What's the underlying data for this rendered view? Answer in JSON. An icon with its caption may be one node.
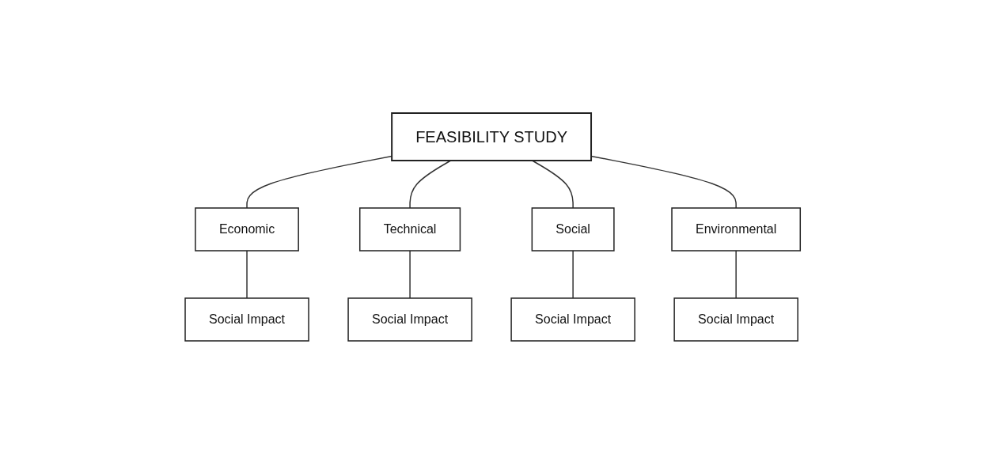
{
  "diagram": {
    "nodes": [
      {
        "text": [
          "FEASIBILITY STUDY"
        ]
      },
      {
        "text": [
          "Economic"
        ]
      },
      {
        "text": [
          "Technical"
        ]
      },
      {
        "text": [
          "Social"
        ]
      },
      {
        "text": [
          "Environmental"
        ]
      },
      {
        "text": [
          "Social Impact"
        ]
      },
      {
        "text": [
          "Social Impact"
        ]
      },
      {
        "text": [
          "Social Impact"
        ]
      },
      {
        "text": [
          "Social Impact"
        ]
      }
    ],
    "edges": [
      {
        "from": 0,
        "to": 1,
        "arrow": "none"
      },
      {
        "from": 0,
        "to": 2,
        "arrow": "none"
      },
      {
        "from": 0,
        "to": 3,
        "arrow": "none"
      },
      {
        "from": 0,
        "to": 4,
        "arrow": "none"
      },
      {
        "from": 1,
        "to": 5,
        "arrow": "none"
      },
      {
        "from": 2,
        "to": 6,
        "arrow": "none"
      },
      {
        "from": 3,
        "to": 7,
        "arrow": "none"
      },
      {
        "from": 4,
        "to": 8,
        "arrow": "none"
      }
    ]
  }
}
